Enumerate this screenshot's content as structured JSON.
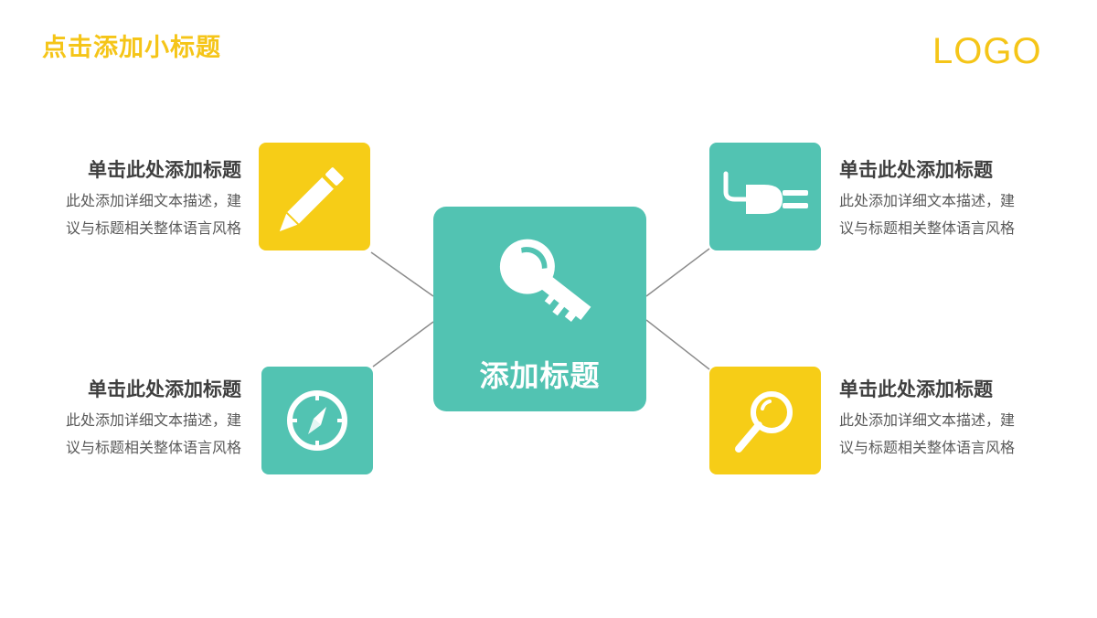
{
  "header": {
    "subtitle": "点击添加小标题",
    "logo": "LOGO"
  },
  "colors": {
    "teal": "#52c3b2",
    "yellow": "#f6cd17",
    "line": "#8c8c8c"
  },
  "center": {
    "title": "添加标题",
    "icon": "key-icon"
  },
  "nodes": [
    {
      "title": "单击此处添加标题",
      "text_line1": "此处添加详细文本描述，建",
      "text_line2": "议与标题相关整体语言风格",
      "icon": "pencil-icon",
      "color": "yellow"
    },
    {
      "title": "单击此处添加标题",
      "text_line1": "此处添加详细文本描述，建",
      "text_line2": "议与标题相关整体语言风格",
      "icon": "compass-icon",
      "color": "teal"
    },
    {
      "title": "单击此处添加标题",
      "text_line1": "此处添加详细文本描述，建",
      "text_line2": "议与标题相关整体语言风格",
      "icon": "plug-icon",
      "color": "teal"
    },
    {
      "title": "单击此处添加标题",
      "text_line1": "此处添加详细文本描述，建",
      "text_line2": "议与标题相关整体语言风格",
      "icon": "magnifier-icon",
      "color": "yellow"
    }
  ]
}
